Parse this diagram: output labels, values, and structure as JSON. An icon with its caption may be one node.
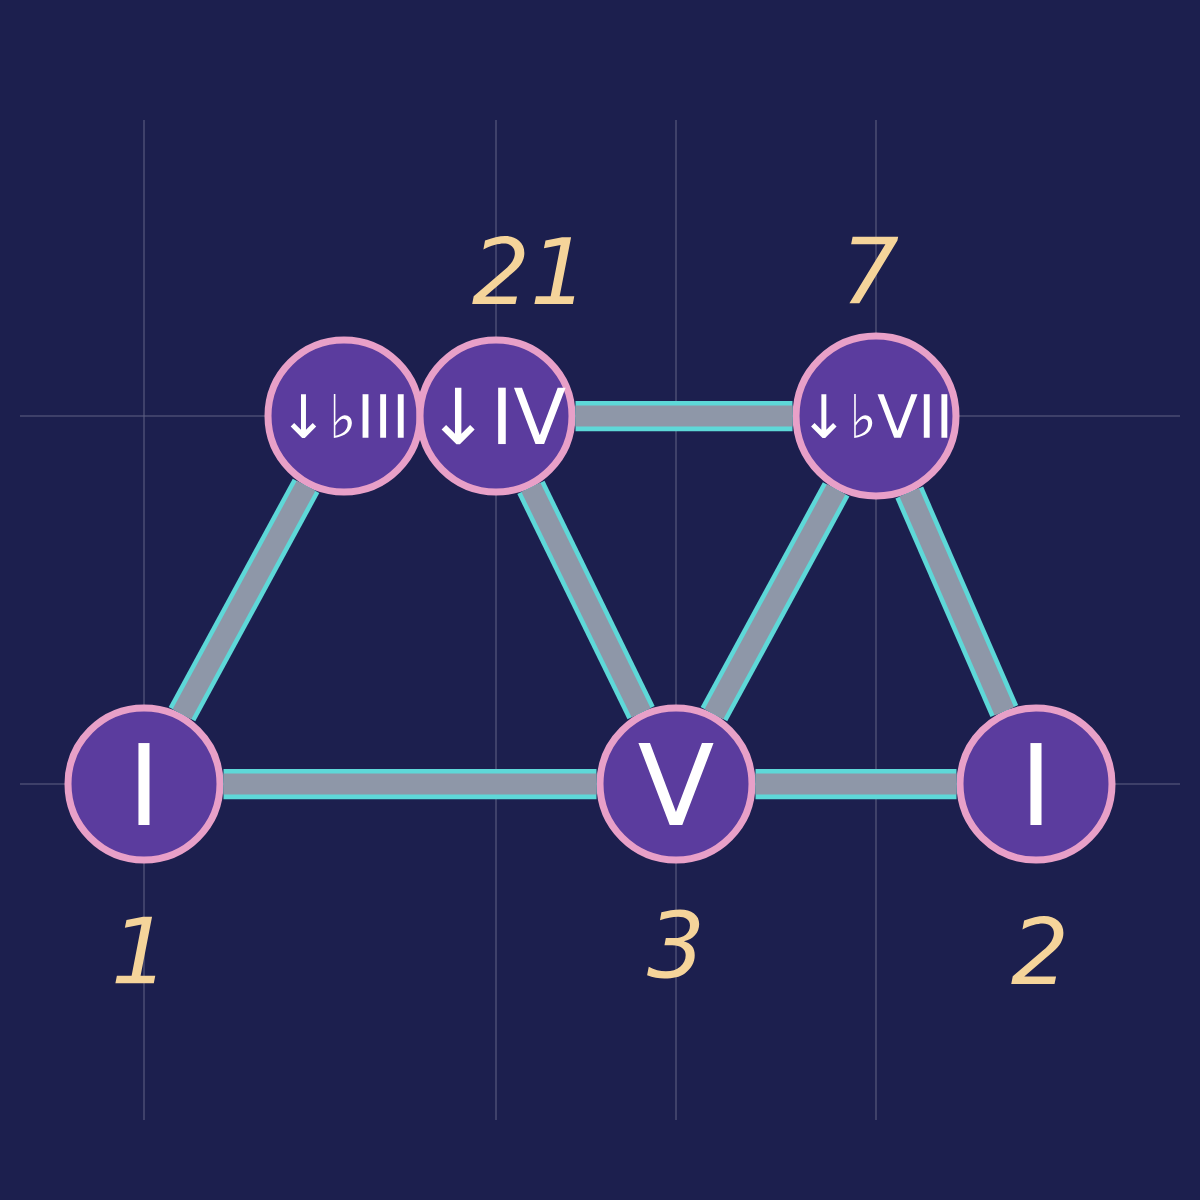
{
  "diagram": {
    "nodes": [
      {
        "text": [
          "↓♭III"
        ]
      },
      {
        "text": [
          "↓IV"
        ],
        "beside": [
          "21"
        ]
      },
      {
        "text": [
          "↓♭VII"
        ],
        "beside": [
          "7"
        ]
      },
      {
        "text": [
          "I"
        ],
        "beside": [
          "1"
        ]
      },
      {
        "text": [
          "V"
        ],
        "beside": [
          "3"
        ]
      },
      {
        "text": [
          "I"
        ],
        "beside": [
          "2"
        ]
      }
    ],
    "edges": [
      {
        "from": 3,
        "to": 0,
        "arrow": "none"
      },
      {
        "from": 1,
        "to": 2,
        "arrow": "none"
      },
      {
        "from": 1,
        "to": 4,
        "arrow": "none"
      },
      {
        "from": 4,
        "to": 2,
        "arrow": "none"
      },
      {
        "from": 2,
        "to": 5,
        "arrow": "none"
      },
      {
        "from": 3,
        "to": 4,
        "arrow": "none"
      },
      {
        "from": 4,
        "to": 5,
        "arrow": "none"
      }
    ]
  }
}
